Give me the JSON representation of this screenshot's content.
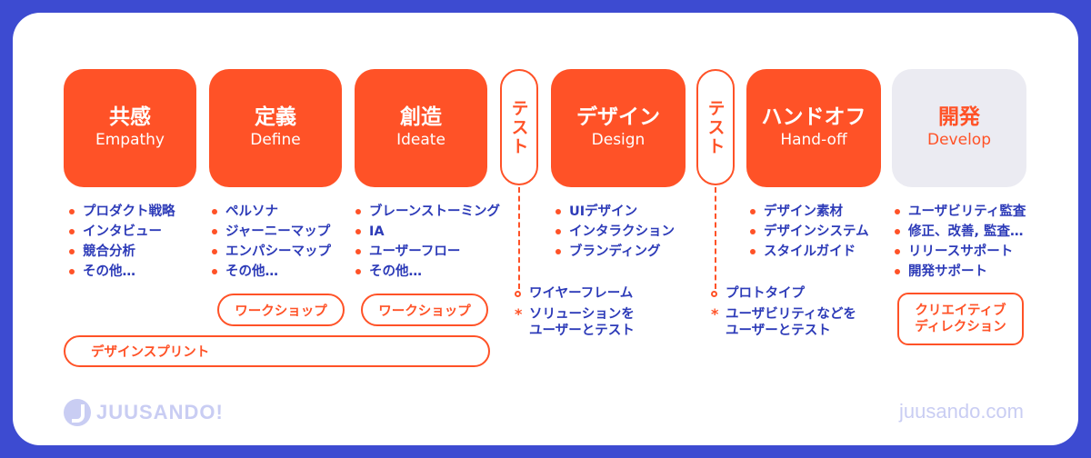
{
  "stages": [
    {
      "jp": "共感",
      "en": "Empathy"
    },
    {
      "jp": "定義",
      "en": "Define"
    },
    {
      "jp": "創造",
      "en": "Ideate"
    },
    {
      "jp": "デザイン",
      "en": "Design"
    },
    {
      "jp": "ハンドオフ",
      "en": "Hand-off"
    },
    {
      "jp": "開発",
      "en": "Develop"
    }
  ],
  "tests": [
    "テスト",
    "テスト"
  ],
  "lists": {
    "empathy": [
      "プロダクト戦略",
      "インタビュー",
      "競合分析",
      "その他…"
    ],
    "define": [
      "ペルソナ",
      "ジャーニーマップ",
      "エンパシーマップ",
      "その他…"
    ],
    "ideate": [
      "ブレーンストーミング",
      "IA",
      "ユーザーフロー",
      "その他…"
    ],
    "design": [
      "UIデザイン",
      "インタラクション",
      "ブランディング"
    ],
    "handoff": [
      "デザイン素材",
      "デザインシステム",
      "スタイルガイド"
    ],
    "develop": [
      "ユーザビリティ監査",
      "修正、改善, 監査…",
      "リリースサポート",
      "開発サポート"
    ]
  },
  "test_notes": [
    {
      "item": "ワイヤーフレーム",
      "star_lines": [
        "ソリューションを",
        "ユーザーとテスト"
      ]
    },
    {
      "item": "プロトタイプ",
      "star_lines": [
        "ユーザビリティなどを",
        "ユーザーとテスト"
      ]
    }
  ],
  "buttons": {
    "workshop_1": "ワークショップ",
    "workshop_2": "ワークショップ",
    "creative_line1": "クリエイティブ",
    "creative_line2": "ディレクション",
    "sprint": "デザインスプリント"
  },
  "brand": {
    "logo": "JUUSANDO!",
    "site": "juusando.com"
  },
  "colors": {
    "accent": "#ff5227",
    "frame": "#3d4bd1",
    "text": "#2d3bb8",
    "muted": "#c9cdf3"
  }
}
